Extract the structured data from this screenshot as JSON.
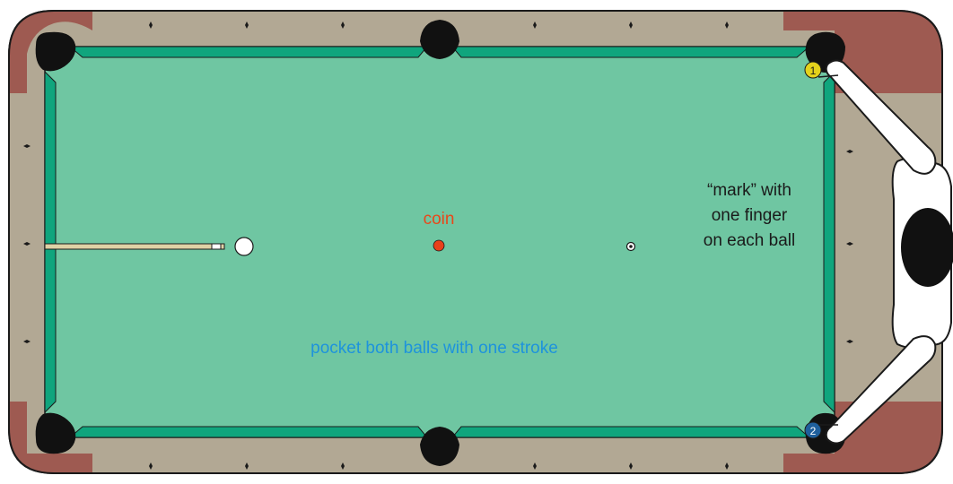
{
  "labels": {
    "coin": "coin",
    "mark_line1": "“mark” with",
    "mark_line2": "one finger",
    "mark_line3": "on each ball",
    "instruction": "pocket both balls with one stroke"
  },
  "balls": {
    "one": "1",
    "two": "2"
  },
  "colors": {
    "felt": "#6fc6a2",
    "cushion": "#10a57d",
    "rail": "#b2a894",
    "corner": "#9e5a51",
    "coin": "#e8401a",
    "ball_one": "#e4d21c",
    "ball_two": "#1f5f9c",
    "coin_text": "#e8481a",
    "instruction_text": "#1e93dc",
    "mark_text": "#1a1a1a"
  }
}
